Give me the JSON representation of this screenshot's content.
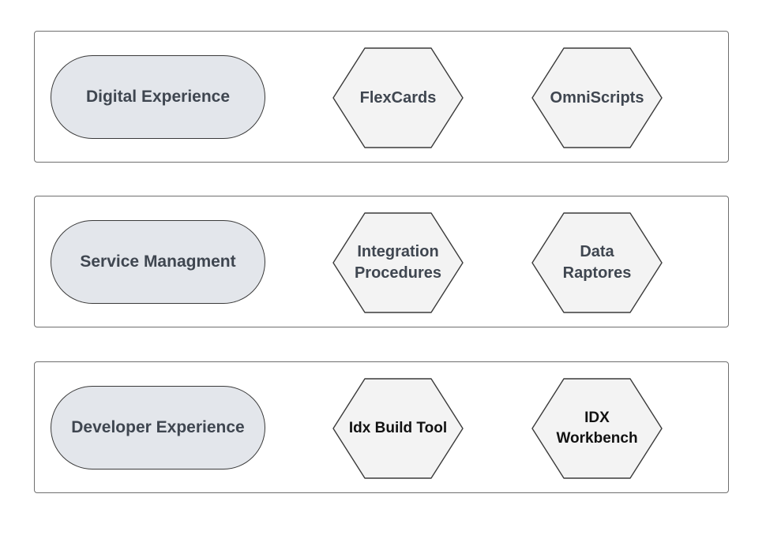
{
  "rows": [
    {
      "category": "Digital Experience",
      "items": [
        {
          "lines": [
            "FlexCards"
          ]
        },
        {
          "lines": [
            "OmniScripts"
          ]
        }
      ]
    },
    {
      "category": "Service Managment",
      "items": [
        {
          "lines": [
            "Integration",
            "Procedures"
          ]
        },
        {
          "lines": [
            "Data",
            "Raptores"
          ]
        }
      ]
    },
    {
      "category": "Developer Experience",
      "items": [
        {
          "lines": [
            "Idx Build Tool"
          ]
        },
        {
          "lines": [
            "IDX",
            "Workbench"
          ]
        }
      ]
    }
  ],
  "colors": {
    "row_border": "#6f6f6f",
    "pill_fill": "#e3e6eb",
    "hex_fill": "#f3f3f3",
    "shape_stroke": "#3a3a3a",
    "text_gray": "#3f4650",
    "text_dark": "#111111"
  }
}
